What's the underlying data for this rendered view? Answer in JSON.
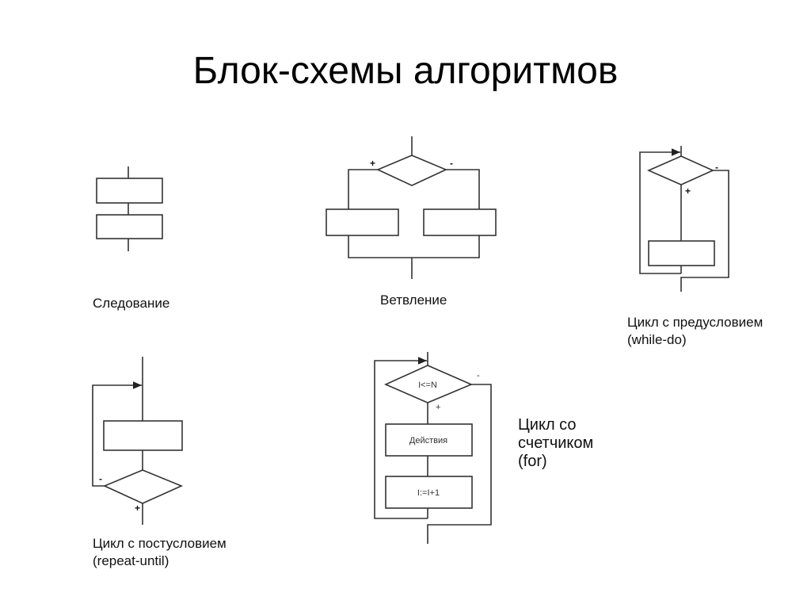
{
  "title": "Блок-схемы алгоритмов",
  "diagrams": {
    "sequence": {
      "label": "Следование"
    },
    "branch": {
      "label": "Ветвление",
      "yes": "+",
      "no": "-"
    },
    "while": {
      "label_line1": "Цикл с предусловием",
      "label_line2": "(while-do)",
      "yes": "+",
      "no": "-"
    },
    "repeat": {
      "label_line1": "Цикл с постусловием",
      "label_line2": "(repeat-until)",
      "yes": "+",
      "no": "-"
    },
    "for": {
      "label_line1": "Цикл со",
      "label_line2": "счетчиком",
      "label_line3": "(for)",
      "condition": "I<=N",
      "action": "Действия",
      "increment": "I:=I+1",
      "yes": "+",
      "no": "-"
    }
  }
}
